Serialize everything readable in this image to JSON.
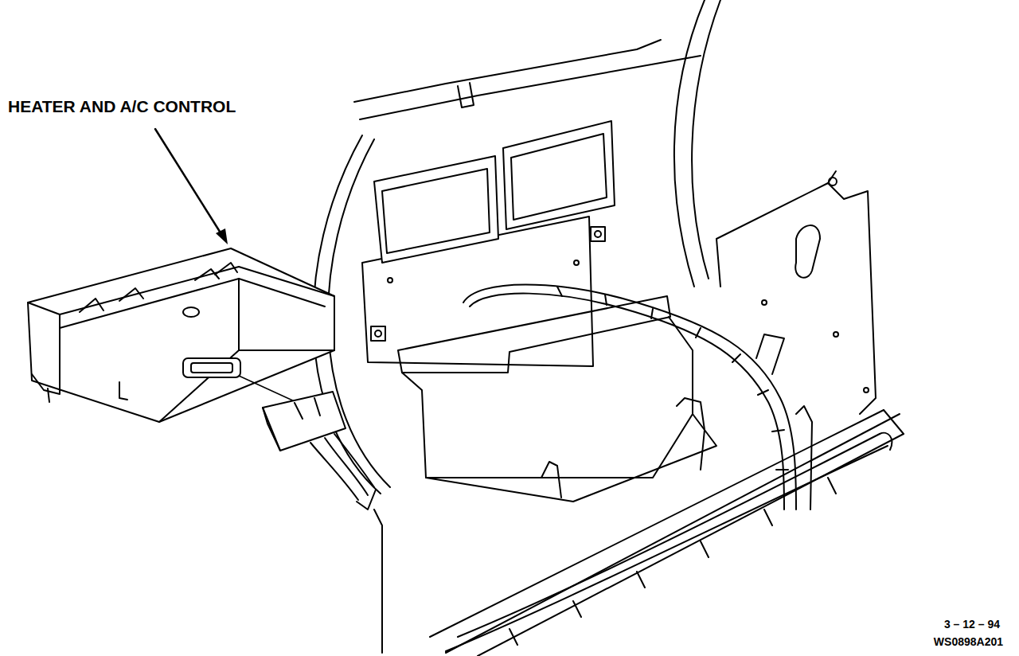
{
  "diagram": {
    "labels": [
      "HEATER AND A/C CONTROL",
      "3 – 12 – 94",
      "WS0898A201"
    ]
  }
}
